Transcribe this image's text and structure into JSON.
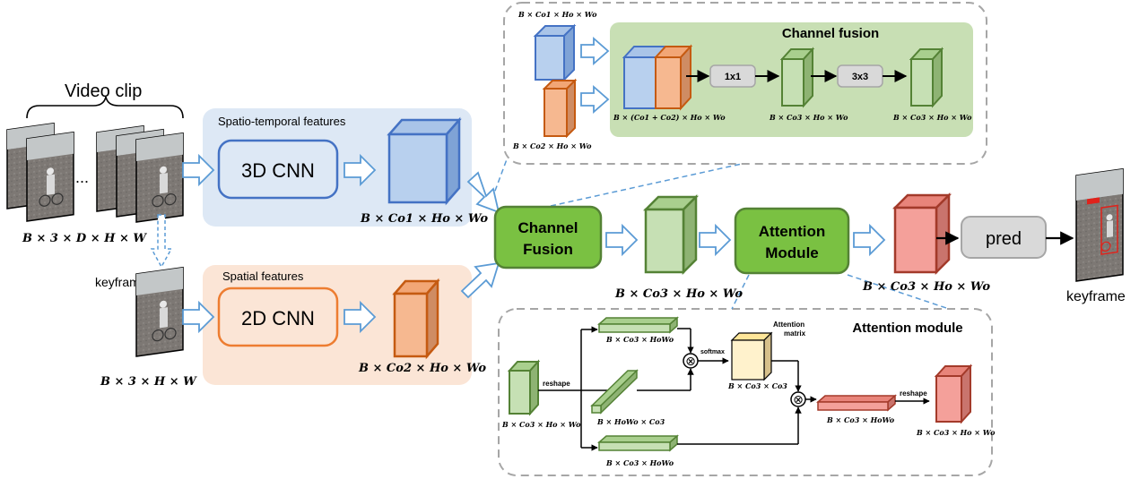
{
  "colors": {
    "blue_stroke": "#4472c4",
    "blue_fill": "#b8d0ee",
    "blue_panel": "#dde8f5",
    "orange_stroke": "#c55a11",
    "orange_fill": "#f6b890",
    "orange_panel": "#fbe5d6",
    "green_stroke": "#548235",
    "green_fill": "#c6e0b4",
    "green_module": "#7ac142",
    "green_panel": "#c8dfb4",
    "red_stroke": "#a33a2a",
    "red_fill": "#f4a09a",
    "yellow_fill": "#fff2cc",
    "gray_box": "#d9d9d9",
    "arrow_fill": "#ffffff",
    "arrow_stroke": "#5b9bd5",
    "dashed_gray": "#a6a6a6"
  },
  "input": {
    "video_clip_label": "Video clip",
    "ellipsis": "...",
    "video_dims": "B × 3 × D × H × W",
    "keyframe_label": "keyframe",
    "keyframe_dims": "B × 3 × H × W"
  },
  "spatio_temporal": {
    "panel_label": "Spatio-temporal features",
    "cnn_label": "3D CNN",
    "output_dims": "B × Co1 × Ho × Wo"
  },
  "spatial": {
    "panel_label": "Spatial features",
    "cnn_label": "2D CNN",
    "output_dims": "B × Co2 × Ho × Wo"
  },
  "channel_fusion_node": {
    "line1": "Channel",
    "line2": "Fusion",
    "output_dims": "B × Co3 × Ho × Wo"
  },
  "attention_node": {
    "line1": "Attention",
    "line2": "Module",
    "output_dims": "B × Co3 × Ho × Wo"
  },
  "pred": {
    "label": "pred"
  },
  "output": {
    "keyframe_label": "keyframe"
  },
  "channel_fusion_detail": {
    "title": "Channel fusion",
    "input1_dims": "B × Co1 × Ho × Wo",
    "input2_dims": "B × Co2 × Ho × Wo",
    "concat_dims": "B × (Co1 + Co2) × Ho × Wo",
    "conv1_label": "1x1",
    "mid_dims": "B × Co3 × Ho × Wo",
    "conv2_label": "3x3",
    "out_dims": "B × Co3 × Ho × Wo"
  },
  "attention_detail": {
    "title": "Attention module",
    "input_dims": "B × Co3 × Ho × Wo",
    "reshape1_label": "reshape",
    "top_slab_dims": "B × Co3 × HoWo",
    "mid_slab_dims": "B × HoWo × Co3",
    "bottom_slab_dims": "B × Co3 × HoWo",
    "softmax_label": "softmax",
    "matrix_label_1": "Attention",
    "matrix_label_2": "matrix",
    "matrix_dims": "B × Co3 × Co3",
    "result_slab_dims": "B × Co3 × HoWo",
    "reshape2_label": "reshape",
    "out_dims": "B × Co3 × Ho × Wo",
    "multiply_symbol": "⊗"
  }
}
